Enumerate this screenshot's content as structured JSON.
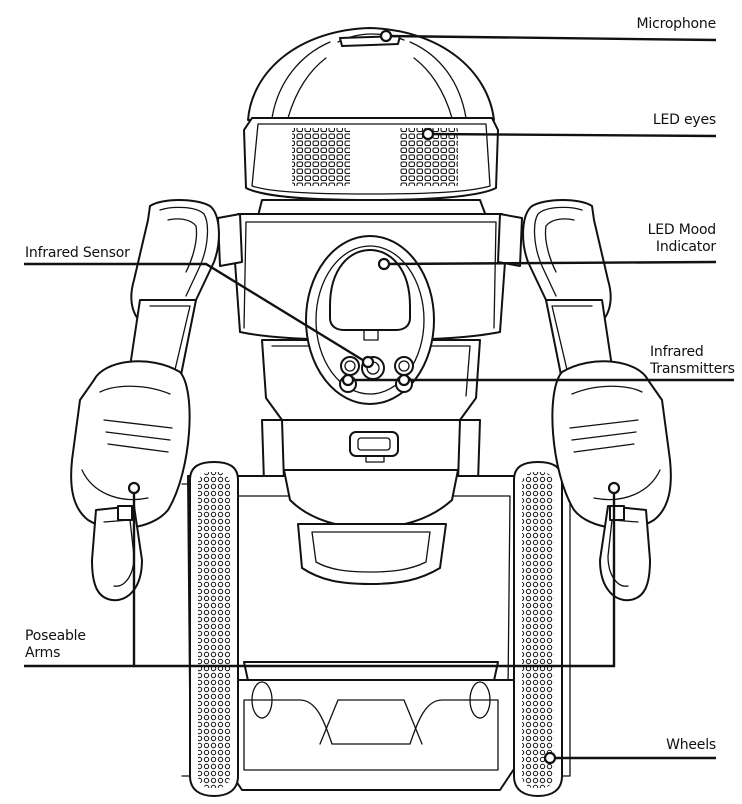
{
  "labels": {
    "microphone": "Microphone",
    "led_eyes": "LED eyes",
    "led_mood_1": "LED Mood",
    "led_mood_2": "Indicator",
    "infrared_sensor": "Infrared Sensor",
    "infrared_tx_1": "Infrared",
    "infrared_tx_2": "Transmitters",
    "poseable_1": "Poseable",
    "poseable_2": "Arms",
    "wheels": "Wheels"
  }
}
